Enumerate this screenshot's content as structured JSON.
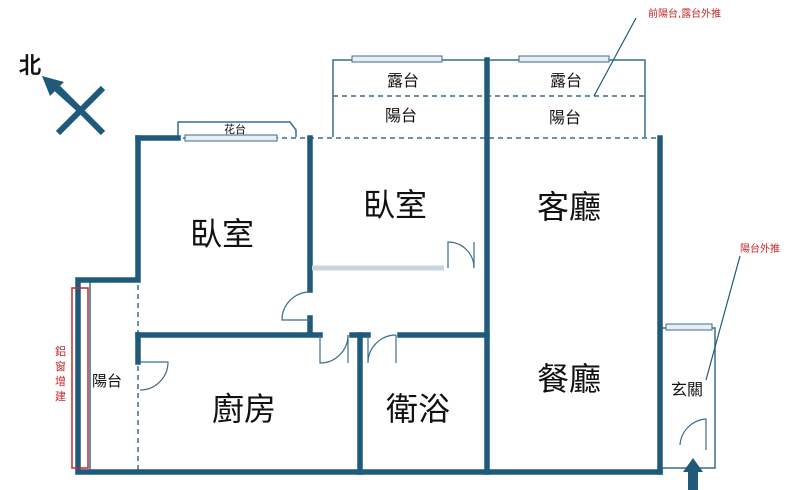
{
  "colors": {
    "wall": "#1f5a7a",
    "thin": "#3a6d8c",
    "annotation": "#c62828",
    "compass": "#1f5a7a"
  },
  "compass": {
    "north_label": "北",
    "arrow_icon": "north-arrow-icon"
  },
  "rooms": {
    "bedroom_1": "臥室",
    "bedroom_2": "臥室",
    "living_room": "客廳",
    "dining_room": "餐廳",
    "kitchen": "廚房",
    "bathroom": "衛浴",
    "entrance": "玄關",
    "west_balcony": "陽台",
    "balcony_1": "陽台",
    "balcony_2": "陽台",
    "terrace_1": "露台",
    "terrace_2": "露台",
    "planter": "花台"
  },
  "annotations": {
    "front_balcony_note": "前陽台,露台外推",
    "balcony_pushout_note": "陽台外推",
    "aluminum_window_note": [
      "鋁",
      "窗",
      "增",
      "建"
    ]
  }
}
